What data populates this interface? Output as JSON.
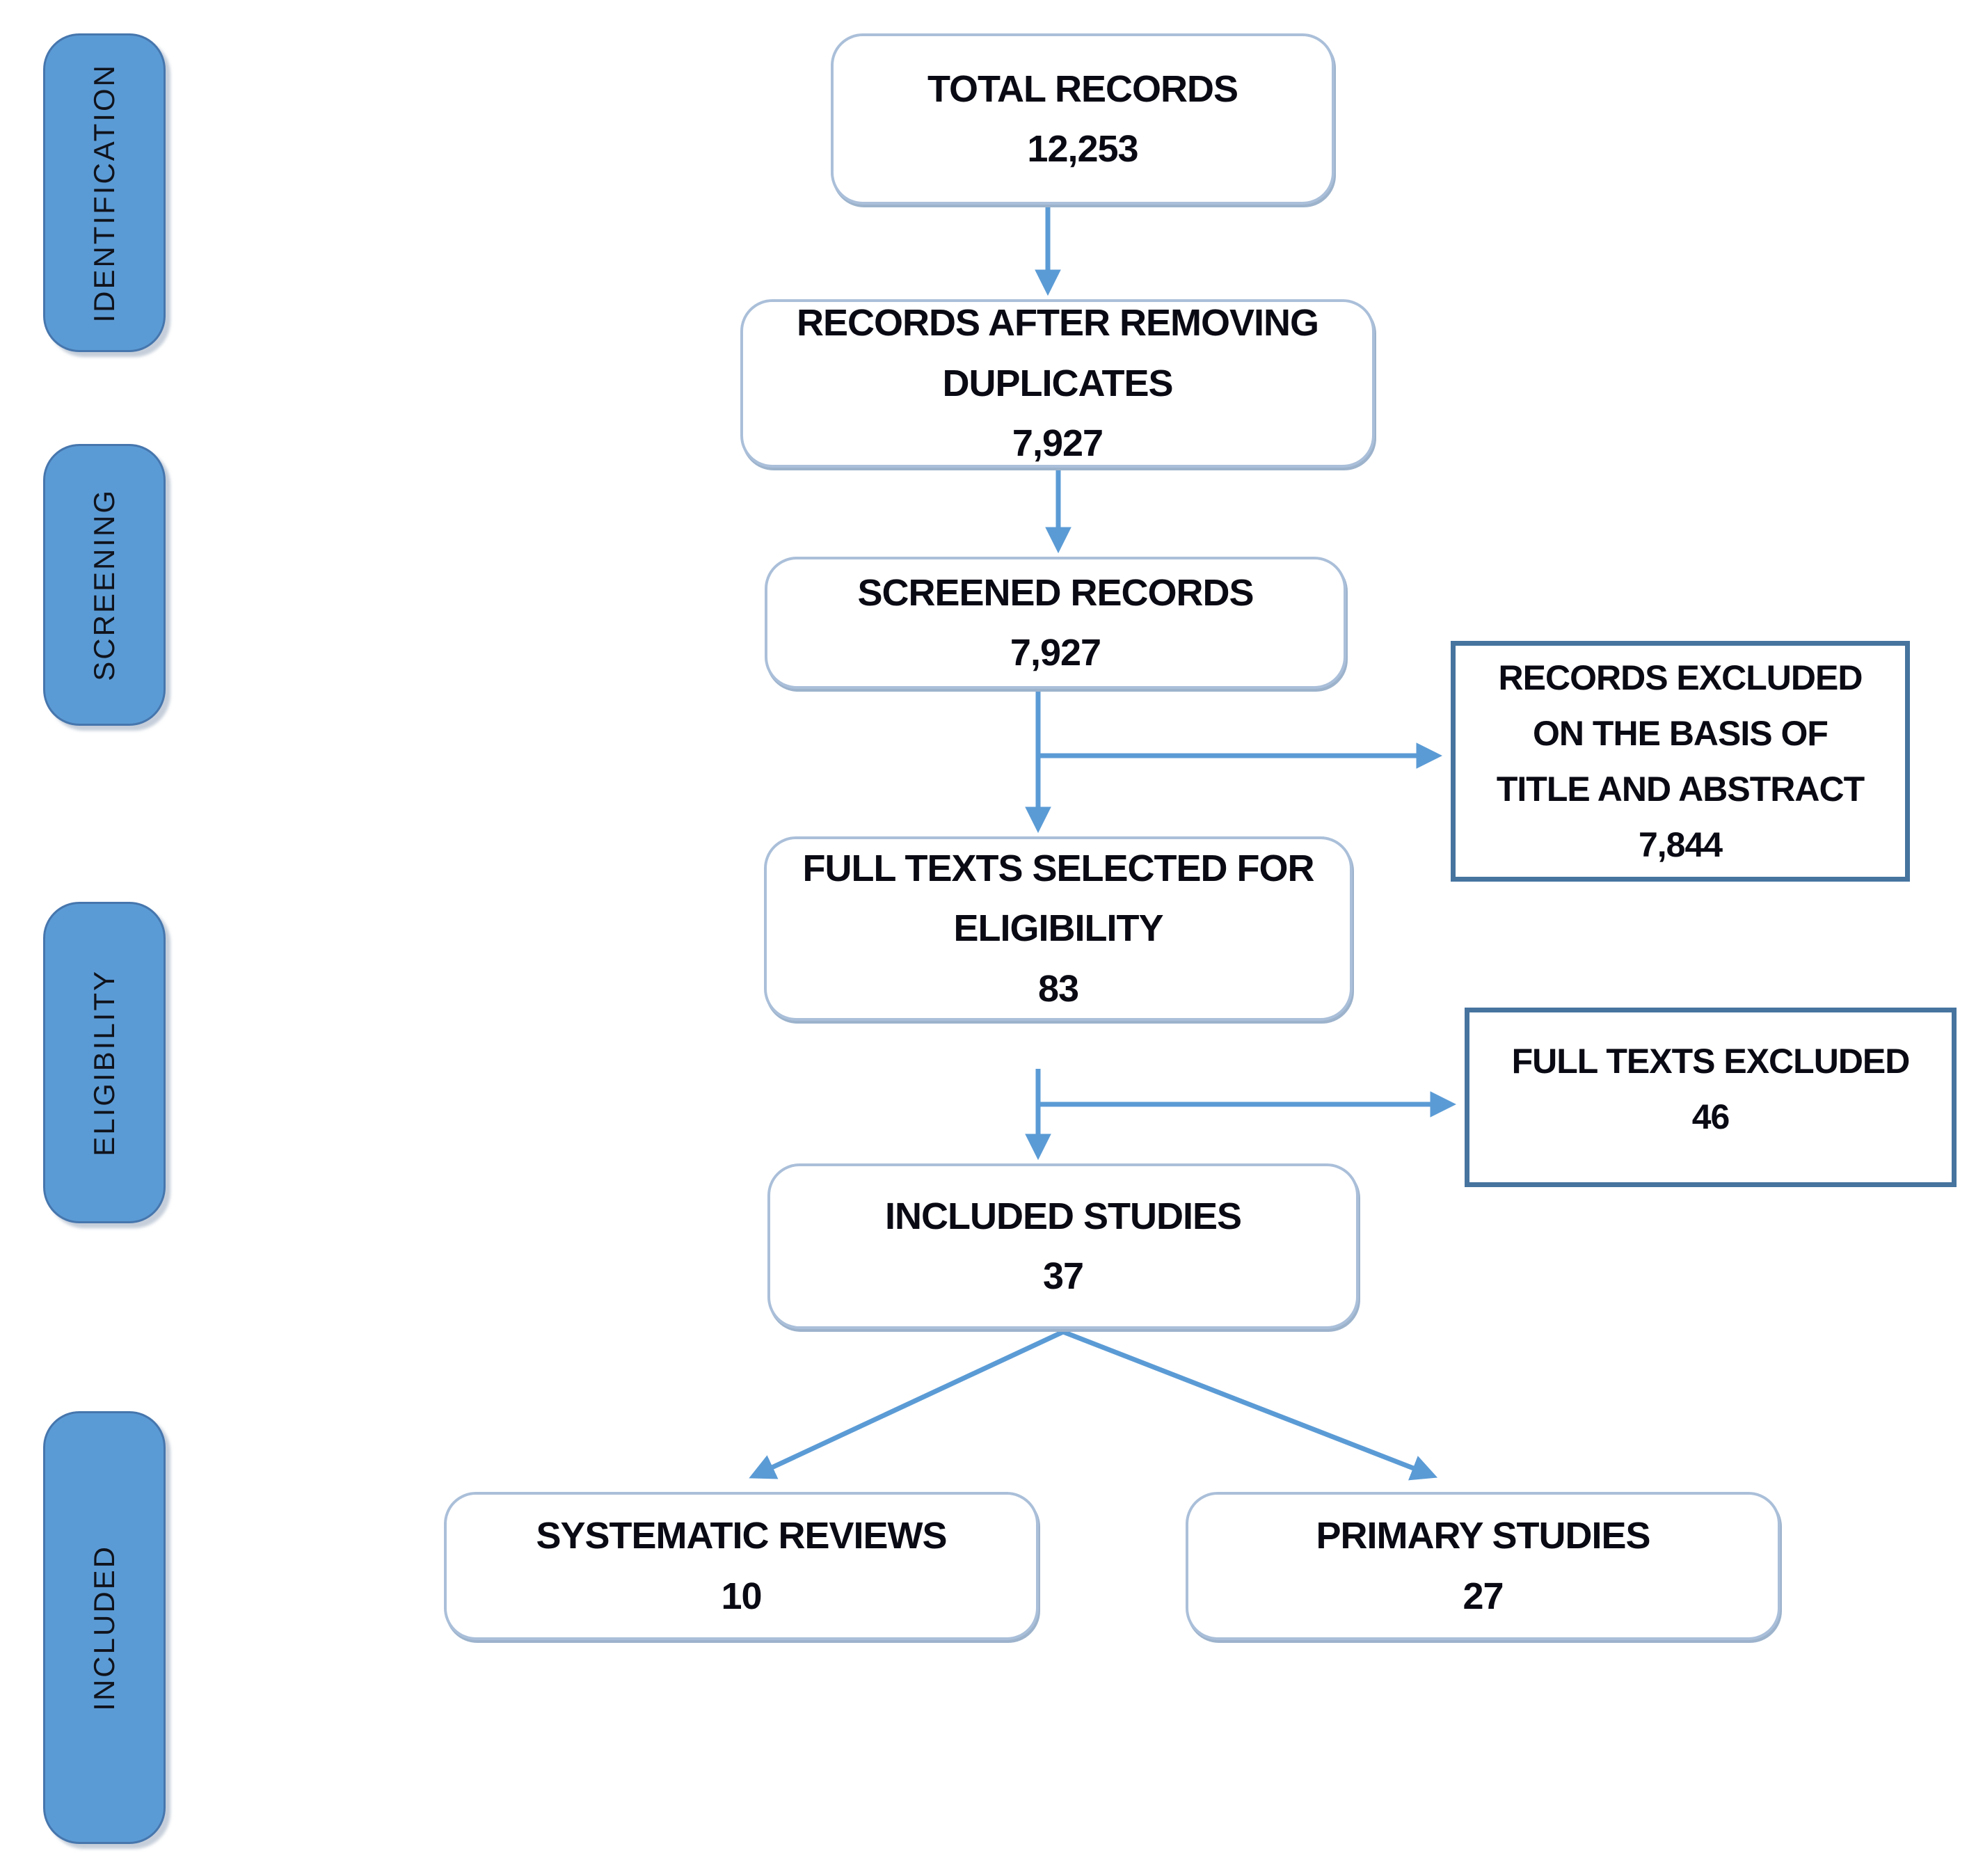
{
  "stages": {
    "identification": "IDENTIFICATION",
    "screening": "SCREENING",
    "eligibility": "ELIGIBILITY",
    "included": "INCLUDED"
  },
  "nodes": {
    "total": {
      "label": "TOTAL RECORDS",
      "value": "12,253"
    },
    "dedup": {
      "label": "RECORDS AFTER REMOVING\nDUPLICATES",
      "value": "7,927"
    },
    "screened": {
      "label": "SCREENED RECORDS",
      "value": "7,927"
    },
    "records_excluded": {
      "label": "RECORDS EXCLUDED\nON THE BASIS OF\nTITLE AND ABSTRACT",
      "value": "7,844"
    },
    "fulltext": {
      "label": "FULL TEXTS SELECTED FOR\nELIGIBILITY",
      "value": "83"
    },
    "fulltext_excluded": {
      "label": "FULL TEXTS EXCLUDED",
      "value": "46"
    },
    "included_studies": {
      "label": "INCLUDED STUDIES",
      "value": "37"
    },
    "systematic": {
      "label": "SYSTEMATIC REVIEWS",
      "value": "10"
    },
    "primary": {
      "label": "PRIMARY STUDIES",
      "value": "27"
    }
  },
  "colors": {
    "stage_fill": "#5b9bd5",
    "stage_border": "#4676ad",
    "flow_box_border": "#aabfd9",
    "excluded_box_border": "#46749f",
    "arrow": "#5b9bd5",
    "text": "#0a0a14"
  }
}
